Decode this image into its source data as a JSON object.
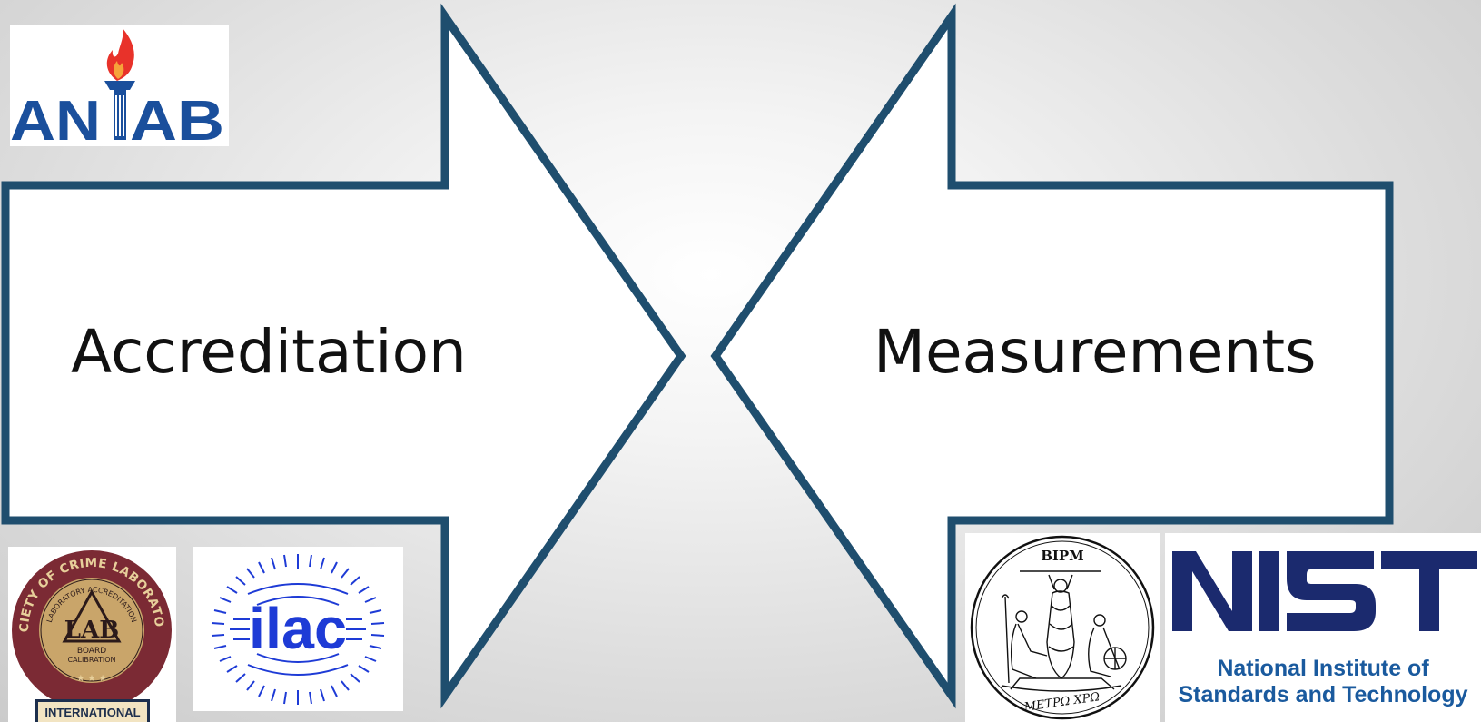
{
  "arrows": {
    "left_label": "Accreditation",
    "right_label": "Measurements",
    "border_color": "#1f4e6e",
    "fill_color": "#ffffff"
  },
  "logos": {
    "anab": {
      "text": "ANAB",
      "text_color": "#1a4f9c",
      "flame_color": "#e8322a"
    },
    "ascld": {
      "ring_text": "AMERICAN SOCIETY OF CRIME LABORATORY DIRECTORS",
      "inner_text": "LABORATORY ACCREDITATION",
      "board": "BOARD",
      "calibration": "CALIBRATION",
      "banner": "INTERNATIONAL",
      "ring_color": "#7b2a34",
      "gold_color": "#c9a56a"
    },
    "ilac": {
      "text": "ilac",
      "color": "#1e3bd6"
    },
    "bipm": {
      "top_text": "BIPM",
      "bottom_text": "METPΩ XPΩ"
    },
    "nist": {
      "text": "NIST",
      "subtitle_line1": "National Institute of",
      "subtitle_line2": "Standards and Technology",
      "color": "#1b2a6e",
      "subtitle_color": "#1a5a9e"
    }
  }
}
